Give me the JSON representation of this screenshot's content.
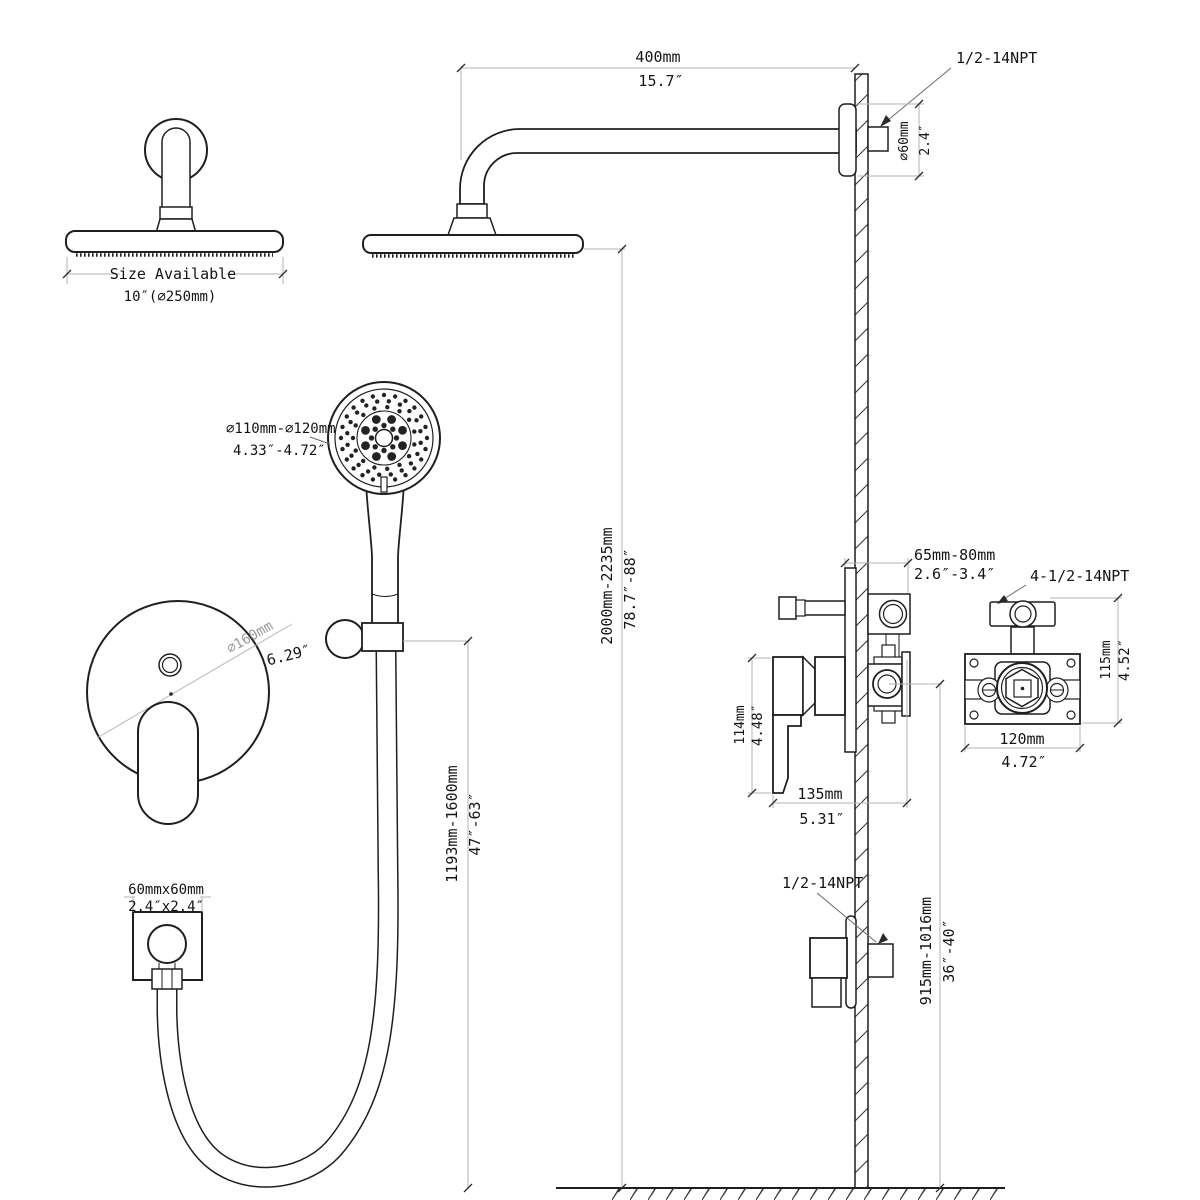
{
  "diagram": {
    "overhead_shower": {
      "size_label": "Size Available",
      "size_value": "10″(∅250mm)"
    },
    "shower_arm": {
      "length_mm": "400mm",
      "length_in": "15.7″",
      "thread": "1/2-14NPT",
      "escutcheon_mm": "∅60mm",
      "escutcheon_in": "2.4″"
    },
    "overall_height": {
      "mm": "2000mm-2235mm",
      "in": "78.7″-88″"
    },
    "handheld_shower": {
      "diameter_mm": "∅110mm-∅120mm",
      "diameter_in": "4.33″-4.72″"
    },
    "holder_height": {
      "mm": "1193mm-1600mm",
      "in": "47″-63″"
    },
    "valve_trim": {
      "diameter_mm": "∅160mm",
      "diameter_in": "6.29″"
    },
    "wall_outlet": {
      "size_mm": "60mmx60mm",
      "size_in": "2.4″x2.4″"
    },
    "outlet_elbow": {
      "thread": "1/2-14NPT",
      "height_mm": "915mm-1016mm",
      "height_in": "36″-40″"
    },
    "valve_side": {
      "depth_mm": "65mm-80mm",
      "depth_in": "2.6″-3.4″",
      "height_mm": "114mm",
      "height_in": "4.48″",
      "width_mm": "135mm",
      "width_in": "5.31″"
    },
    "valve_front": {
      "thread": "4-1/2-14NPT",
      "height_mm": "115mm",
      "height_in": "4.52″",
      "width_mm": "120mm",
      "width_in": "4.72″"
    }
  }
}
